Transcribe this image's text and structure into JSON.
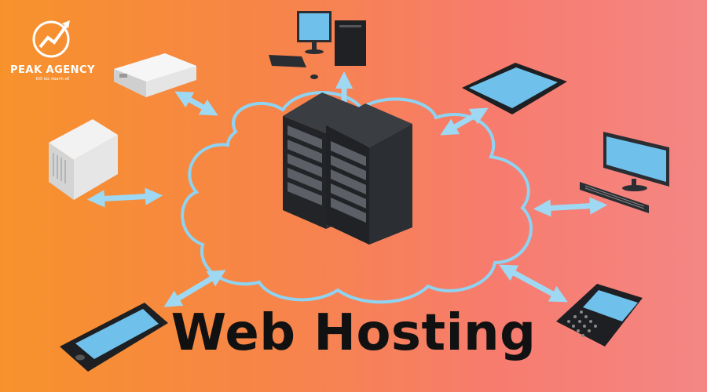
{
  "brand": {
    "name": "PEAK AGENCY",
    "tagline": "Đối tác doanh số"
  },
  "title": "Web Hosting",
  "colors": {
    "background_left": "#f7922b",
    "background_right": "#f48684",
    "cloud_outline": "#8fd3f2",
    "arrow": "#9ed8f2",
    "screen": "#6fc0ea",
    "server": "#1d1f22",
    "title": "#111111"
  },
  "devices": [
    {
      "name": "desktop-computer-top"
    },
    {
      "name": "router-top-left"
    },
    {
      "name": "tower-server-left"
    },
    {
      "name": "tablet-right"
    },
    {
      "name": "desktop-computer-right"
    },
    {
      "name": "smartphone-bottom-left"
    },
    {
      "name": "blackberry-phone-bottom-right"
    },
    {
      "name": "server-rack-center"
    }
  ]
}
